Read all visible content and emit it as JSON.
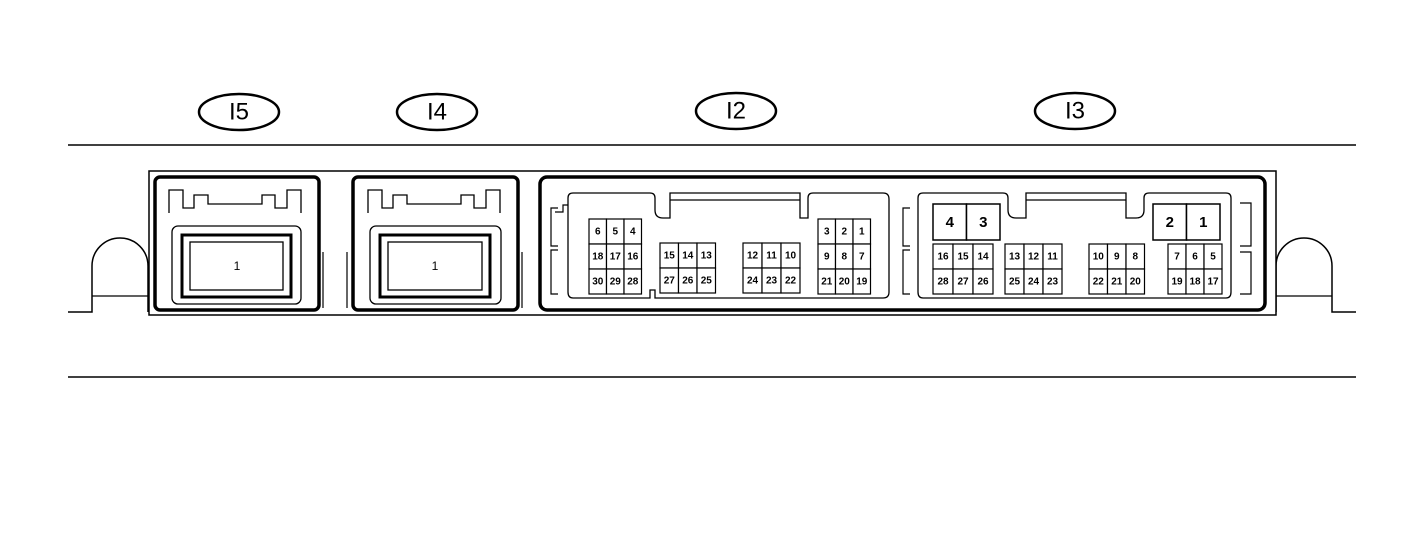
{
  "labels": {
    "i5": "I5",
    "i4": "I4",
    "i2": "I2",
    "i3": "I3"
  },
  "i5": {
    "pin": "1"
  },
  "i4": {
    "pin": "1"
  },
  "i2": {
    "left_block": [
      [
        "6",
        "5",
        "4"
      ],
      [
        "18",
        "17",
        "16"
      ],
      [
        "30",
        "29",
        "28"
      ]
    ],
    "mid_left": [
      [
        "15",
        "14",
        "13"
      ],
      [
        "27",
        "26",
        "25"
      ]
    ],
    "mid_right": [
      [
        "12",
        "11",
        "10"
      ],
      [
        "24",
        "23",
        "22"
      ]
    ],
    "right_block": [
      [
        "3",
        "2",
        "1"
      ],
      [
        "9",
        "8",
        "7"
      ],
      [
        "21",
        "20",
        "19"
      ]
    ]
  },
  "i3": {
    "big_left": [
      "4",
      "3"
    ],
    "left_block": [
      [
        "16",
        "15",
        "14"
      ],
      [
        "28",
        "27",
        "26"
      ]
    ],
    "mid_left": [
      [
        "13",
        "12",
        "11"
      ],
      [
        "25",
        "24",
        "23"
      ]
    ],
    "mid_right": [
      [
        "10",
        "9",
        "8"
      ],
      [
        "22",
        "21",
        "20"
      ]
    ],
    "big_right": [
      "2",
      "1"
    ],
    "right_block": [
      [
        "7",
        "6",
        "5"
      ],
      [
        "19",
        "18",
        "17"
      ]
    ]
  }
}
